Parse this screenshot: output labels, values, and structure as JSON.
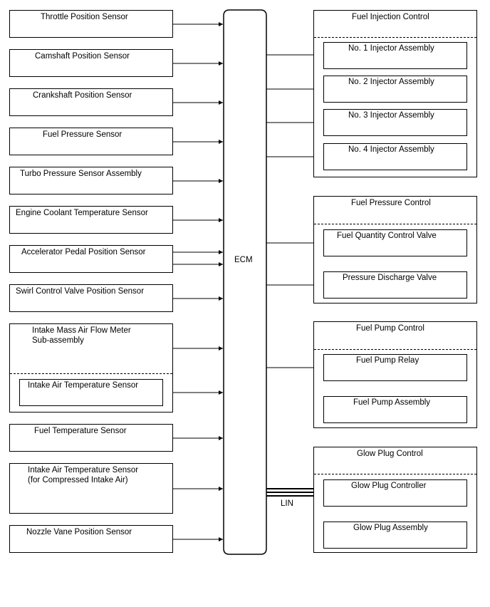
{
  "ecm": {
    "label": "ECM"
  },
  "lin": {
    "label": "LIN"
  },
  "sensors": [
    {
      "id": "throttle",
      "label": "Throttle Position Sensor"
    },
    {
      "id": "camshaft",
      "label": "Camshaft Position Sensor"
    },
    {
      "id": "crankshaft",
      "label": "Crankshaft Position Sensor"
    },
    {
      "id": "fuel-pressure",
      "label": "Fuel Pressure Sensor"
    },
    {
      "id": "turbo-pressure",
      "label": "Turbo Pressure Sensor Assembly"
    },
    {
      "id": "coolant-temp",
      "label": "Engine Coolant Temperature Sensor"
    },
    {
      "id": "accelerator",
      "label": "Accelerator Pedal Position Sensor"
    },
    {
      "id": "swirl",
      "label": "Swirl Control Valve Position Sensor"
    },
    {
      "id": "maf",
      "label": "Intake Mass Air Flow Meter\nSub-assembly"
    },
    {
      "id": "intake-air-temp",
      "label": "Intake Air Temperature Sensor"
    },
    {
      "id": "fuel-temp",
      "label": "Fuel Temperature Sensor"
    },
    {
      "id": "intake-air-temp-compressed",
      "label": "Intake Air Temperature Sensor\n(for Compressed Intake Air)"
    },
    {
      "id": "nozzle-vane",
      "label": "Nozzle Vane Position Sensor"
    }
  ],
  "groups": {
    "fuel_injection": {
      "title": "Fuel Injection Control",
      "items": [
        "No. 1 Injector Assembly",
        "No. 2 Injector Assembly",
        "No. 3 Injector Assembly",
        "No. 4 Injector Assembly"
      ]
    },
    "fuel_pressure": {
      "title": "Fuel Pressure Control",
      "items": [
        "Fuel Quantity Control Valve",
        "Pressure Discharge Valve"
      ]
    },
    "fuel_pump": {
      "title": "Fuel Pump Control",
      "items": [
        "Fuel Pump Relay",
        "Fuel Pump Assembly"
      ]
    },
    "glow_plug": {
      "title": "Glow Plug Control",
      "items": [
        "Glow Plug Controller",
        "Glow Plug Assembly"
      ]
    }
  }
}
